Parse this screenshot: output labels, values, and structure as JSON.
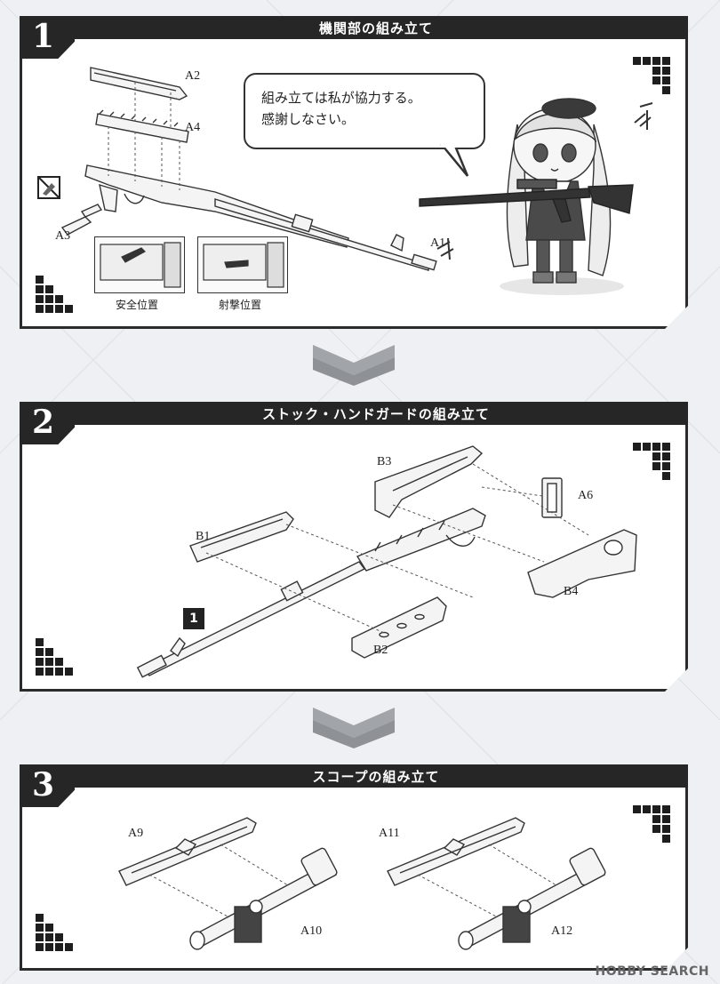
{
  "sections": [
    {
      "number": "1",
      "title": "機関部の組み立て",
      "labels": {
        "a2": "A2",
        "a4": "A4",
        "a3": "A3",
        "a1": "A1"
      },
      "captions": {
        "safe": "安全位置",
        "fire": "射撃位置"
      },
      "speech": {
        "line1": "組み立ては私が協力する。",
        "line2": "感謝しなさい。"
      }
    },
    {
      "number": "2",
      "title": "ストック・ハンドガードの組み立て",
      "labels": {
        "b3": "B3",
        "a6": "A6",
        "b1": "B1",
        "b4": "B4",
        "b2": "B2"
      },
      "ref_badge": "1"
    },
    {
      "number": "3",
      "title": "スコープの組み立て",
      "labels": {
        "a9": "A9",
        "a10": "A10",
        "a11": "A11",
        "a12": "A12"
      }
    }
  ],
  "watermark": "HOBBY SEARCH",
  "colors": {
    "panel_dark": "#262626",
    "chevron": "#9a9da3",
    "background": "#eef0f3"
  },
  "icons": [
    "pixel-decoration-icon",
    "no-cut-icon",
    "chevron-down-icon"
  ]
}
